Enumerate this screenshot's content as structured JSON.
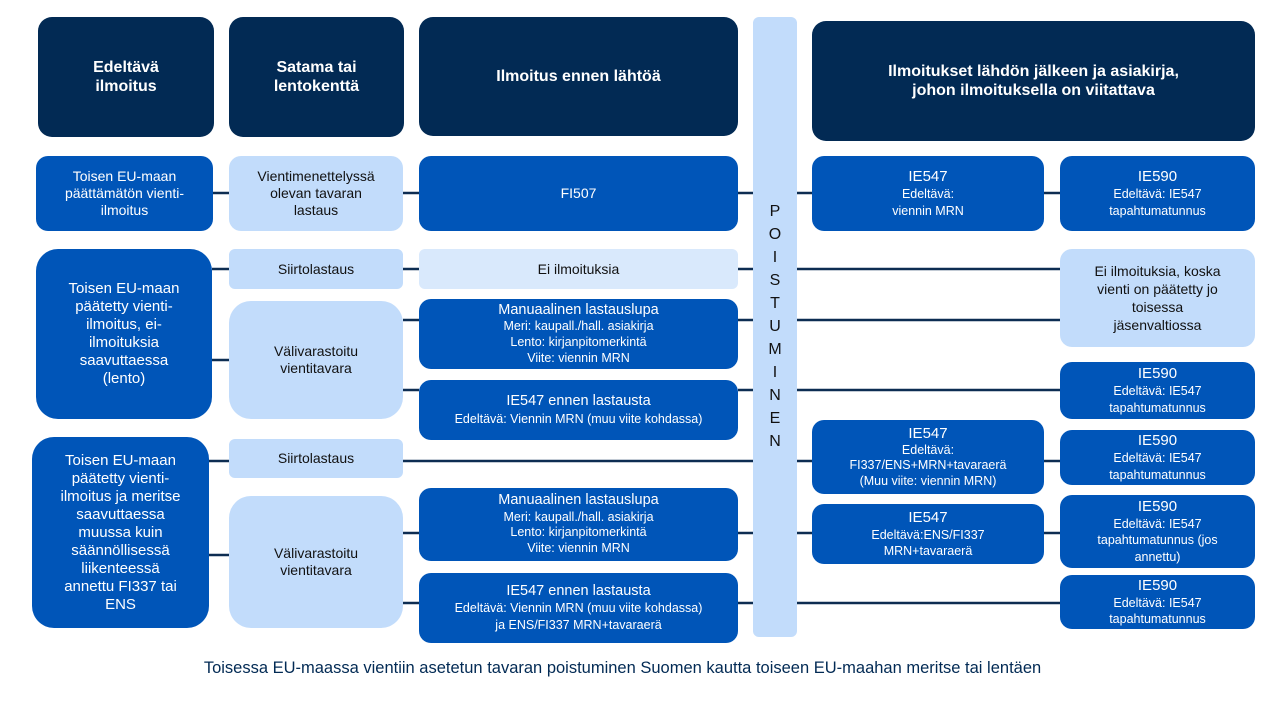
{
  "headers": [
    "Edeltävä\nilmoitus",
    "Satama tai\nlentokenttä",
    "Ilmoitus ennen lähtöä",
    "Ilmoitukset lähdön jälkeen ja asiakirja,\njohon ilmoituksella on viitattava"
  ],
  "poistuminen": [
    "P",
    "O",
    "I",
    "S",
    "T",
    "U",
    "M",
    "I",
    "N",
    "E",
    "N"
  ],
  "origin": [
    "Toisen EU-maan\npäättämätön vienti-\nilmoitus",
    "Toisen EU-maan\npäätetty vienti-\nilmoitus, ei-\nilmoituksia\nsaavuttaessa\n(lento)",
    "Toisen EU-maan\npäätetty vienti-\nilmoitus ja meritse\nsaavuttaessa\nmuussa kuin\nsäännöllisessä\nliikenteessä\nannettu FI337 tai\nENS"
  ],
  "port": [
    "Vientimenettelyssä\nolevan tavaran\nlastaus",
    "Siirtolastaus",
    "Välivarastoitu\nvientitavara",
    "Siirtolastaus",
    "Välivarastoitu\nvientitavara"
  ],
  "pre_departure": [
    {
      "title": "FI507",
      "detail": ""
    },
    {
      "title": "Ei ilmoituksia",
      "detail": ""
    },
    {
      "title": "Manuaalinen lastauslupa",
      "detail": "Meri: kaupall./hall. asiakirja\nLento: kirjanpitomerkintä\nViite: viennin MRN"
    },
    {
      "title": "IE547 ennen lastausta",
      "detail": "Edeltävä: Viennin MRN (muu viite kohdassa)"
    },
    {
      "title": "Manuaalinen lastauslupa",
      "detail": "Meri: kaupall./hall. asiakirja\nLento: kirjanpitomerkintä\nViite: viennin MRN"
    },
    {
      "title": "IE547 ennen lastausta",
      "detail": "Edeltävä:  Viennin MRN (muu viite kohdassa)\nja ENS/FI337 MRN+tavaraerä"
    }
  ],
  "post_departure": [
    {
      "title": "IE547",
      "detail": "Edeltävä:\nviennin MRN"
    },
    {
      "title": "IE547",
      "detail": "Edeltävä:\nFI337/ENS+MRN+tavaraerä\n(Muu viite: viennin MRN)"
    },
    {
      "title": "IE547",
      "detail": "Edeltävä:ENS/FI337\nMRN+tavaraerä"
    }
  ],
  "final": [
    {
      "title": "IE590",
      "detail": "Edeltävä: IE547\ntapahtumatunnus"
    },
    {
      "title": "Ei ilmoituksia, koska\nvienti on päätetty jo\ntoisessa\njäsenvaltiossa",
      "detail": ""
    },
    {
      "title": "IE590",
      "detail": "Edeltävä: IE547\ntapahtumatunnus"
    },
    {
      "title": "IE590",
      "detail": "Edeltävä: IE547\ntapahtumatunnus"
    },
    {
      "title": "IE590",
      "detail": "Edeltävä: IE547\ntapahtumatunnus (jos\nannettu)"
    },
    {
      "title": "IE590",
      "detail": "Edeltävä: IE547\ntapahtumatunnus"
    }
  ],
  "caption": "Toisessa EU-maassa vientiin asetetun tavaran poistuminen Suomen kautta toiseen EU-maahan meritse tai lentäen",
  "colors": {
    "header": "#022a54",
    "blue": "#0055b8",
    "light": "#c2dcfb",
    "pale": "#d9e9fc",
    "line": "#0d2d52"
  }
}
